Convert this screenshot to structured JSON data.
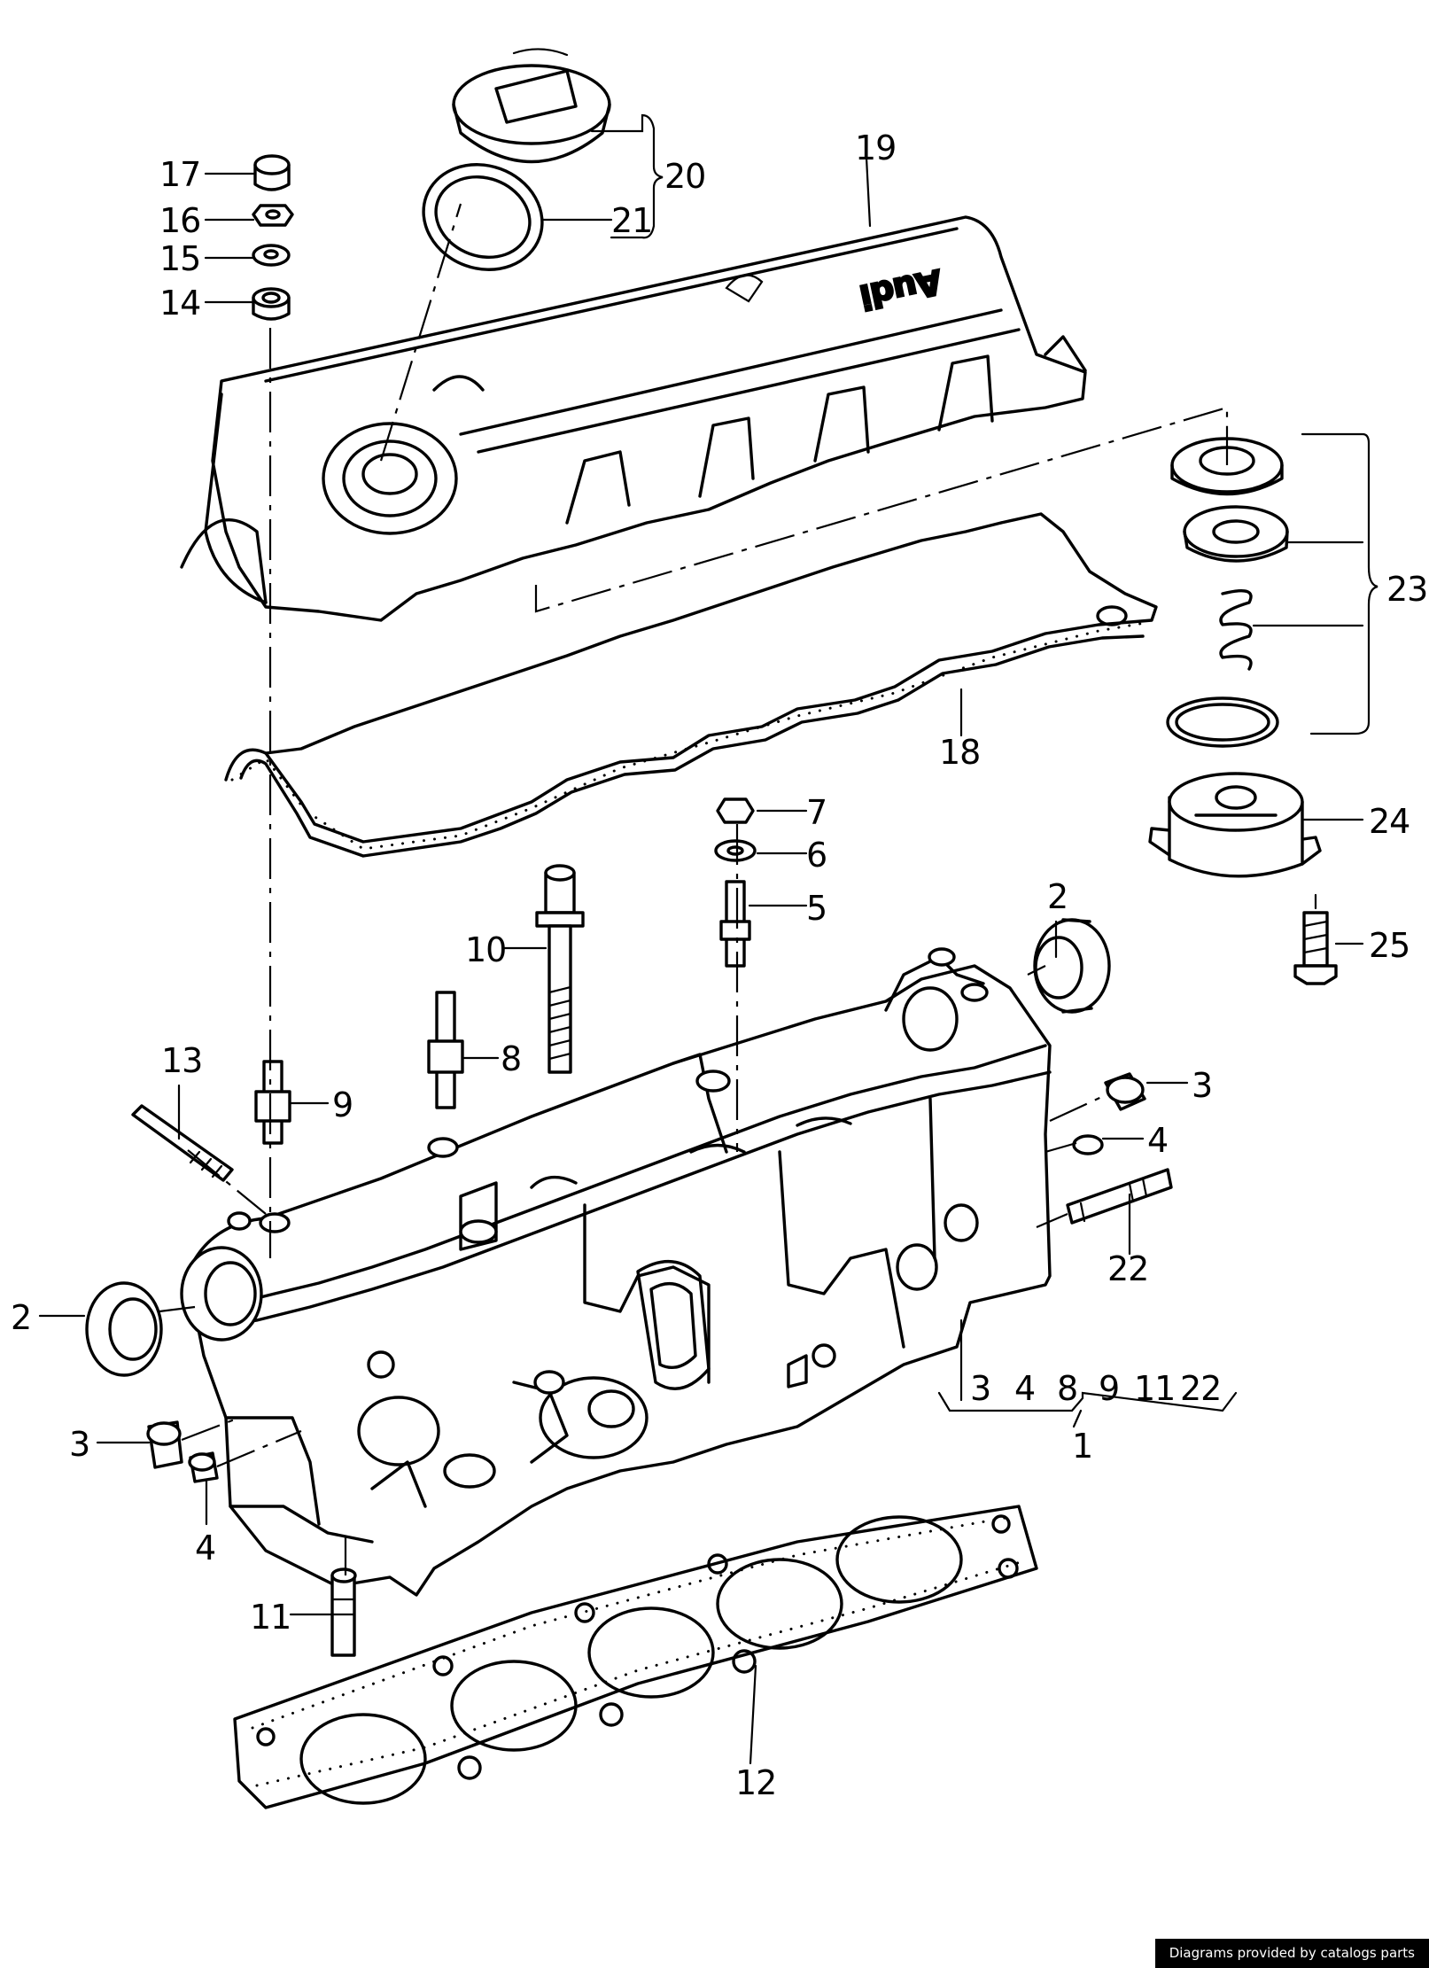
{
  "cover_lettering": "Audi",
  "callouts": {
    "c1": "1",
    "c2a": "2",
    "c2b": "2",
    "c3a": "3",
    "c3b": "3",
    "c3s": "3",
    "c4a": "4",
    "c4b": "4",
    "c4s": "4",
    "c5": "5",
    "c6": "6",
    "c7": "7",
    "c8": "8",
    "c8s": "8",
    "c9": "9",
    "c9s": "9",
    "c10": "10",
    "c11": "11",
    "c11s": "11",
    "c12": "12",
    "c13": "13",
    "c14": "14",
    "c15": "15",
    "c16": "16",
    "c17": "17",
    "c18": "18",
    "c19": "19",
    "c20": "20",
    "c21": "21",
    "c22": "22",
    "c22s": "22",
    "c23": "23",
    "c24": "24",
    "c25": "25"
  },
  "credit": "Diagrams provided by catalogs parts"
}
